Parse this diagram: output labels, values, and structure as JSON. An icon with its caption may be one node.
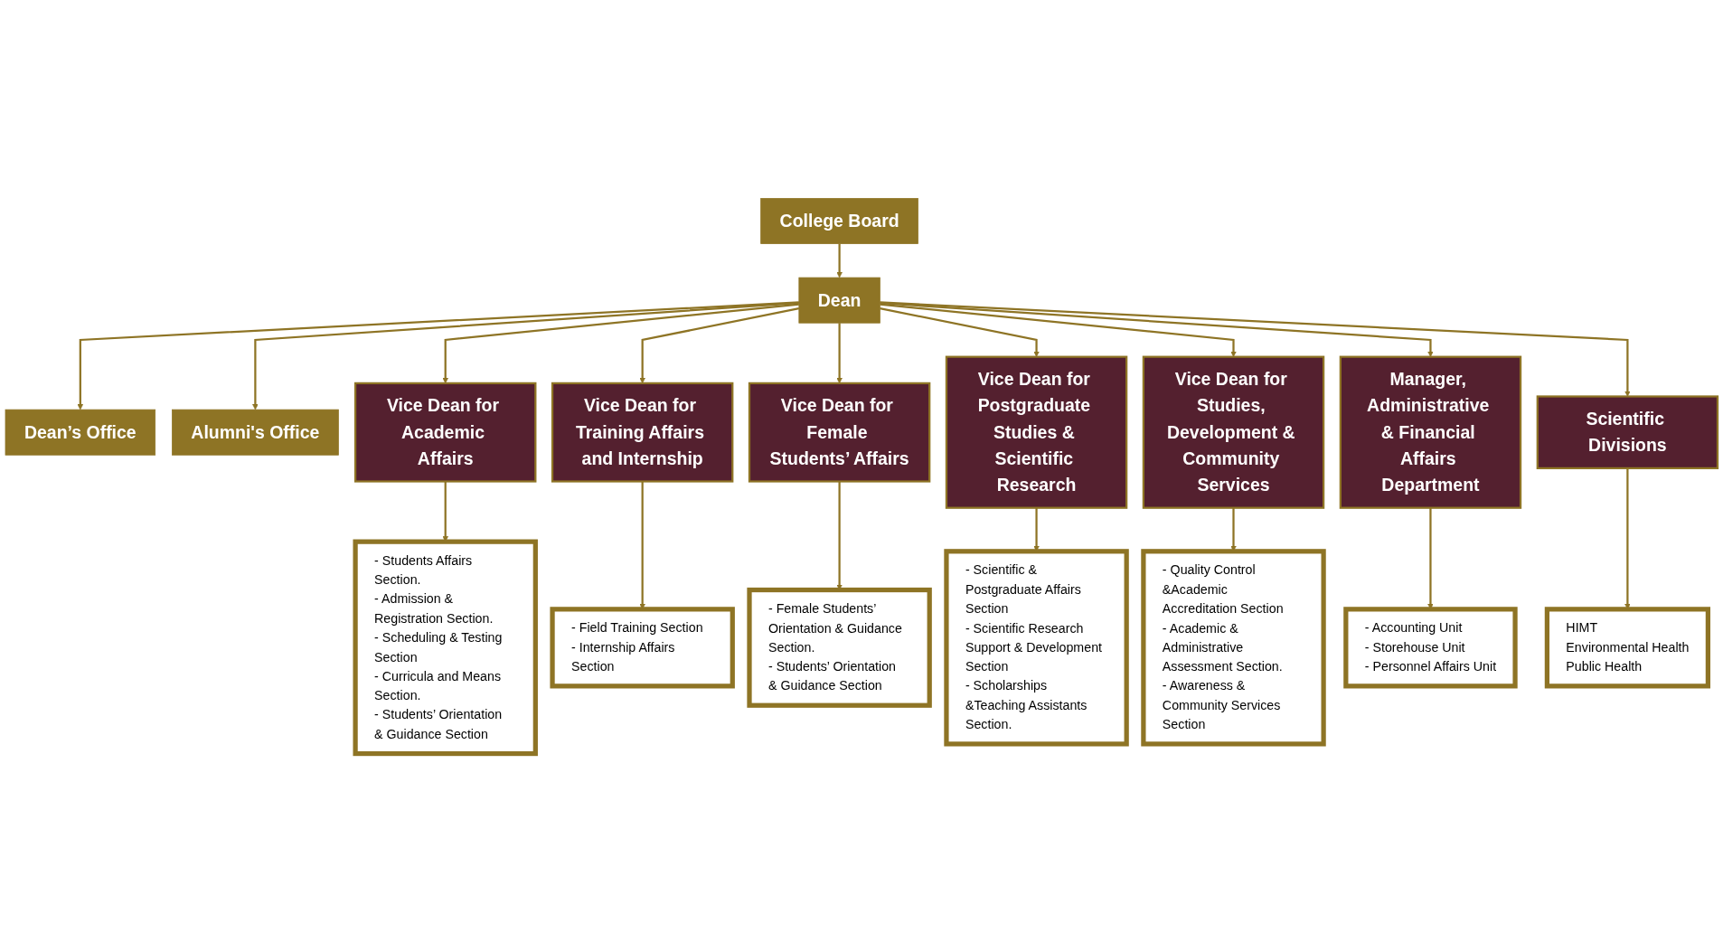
{
  "diagram": {
    "nodes": [
      {
        "text": [
          "College Board"
        ]
      },
      {
        "text": [
          "Dean"
        ]
      },
      {
        "text": [
          "Dean’s Office"
        ]
      },
      {
        "text": [
          "Alumni's Office"
        ]
      },
      {
        "text": [
          "Vice Dean for Academic Affairs"
        ]
      },
      {
        "text": [
          "Vice Dean for Training Affairs and Internship"
        ]
      },
      {
        "text": [
          "Vice Dean for Female Students’ Affairs"
        ]
      },
      {
        "text": [
          "Vice Dean for Postgraduate Studies & Scientific Research"
        ]
      },
      {
        "text": [
          "Vice Dean for Studies, Development & Community Services"
        ]
      },
      {
        "text": [
          "Manager, Administrative & Financial Affairs Department"
        ]
      },
      {
        "text": [
          "Scientific Divisions"
        ]
      },
      {
        "text": [
          "- Students Affairs Section.",
          "- Admission & Registration Section.",
          "- Scheduling & Testing Section",
          "- Curricula and Means Section.",
          "- Students’ Orientation & Guidance Section"
        ]
      },
      {
        "text": [
          "- Field Training Section",
          "- Internship Affairs Section"
        ]
      },
      {
        "text": [
          "- Female Students’ Orientation & Guidance Section.",
          "- Students’ Orientation & Guidance Section"
        ]
      },
      {
        "text": [
          "- Scientific & Postgraduate Affairs Section",
          "- Scientific Research Support & Development Section",
          "- Scholarships &Teaching Assistants Section."
        ]
      },
      {
        "text": [
          "- Quality Control &Academic Accreditation Section",
          "- Academic & Administrative Assessment Section.",
          "- Awareness & Community Services Section"
        ]
      },
      {
        "text": [
          "- Accounting Unit",
          "- Storehouse Unit",
          "- Personnel Affairs Unit"
        ]
      },
      {
        "text": [
          "HIMT",
          "Environmental Health",
          "Public Health"
        ]
      }
    ],
    "edges": [
      {
        "from": 0,
        "to": 1,
        "arrow": "to"
      },
      {
        "from": 1,
        "to": 2,
        "arrow": "to"
      },
      {
        "from": 1,
        "to": 3,
        "arrow": "to"
      },
      {
        "from": 1,
        "to": 4,
        "arrow": "to"
      },
      {
        "from": 1,
        "to": 5,
        "arrow": "to"
      },
      {
        "from": 1,
        "to": 6,
        "arrow": "to"
      },
      {
        "from": 1,
        "to": 7,
        "arrow": "to"
      },
      {
        "from": 1,
        "to": 8,
        "arrow": "to"
      },
      {
        "from": 1,
        "to": 9,
        "arrow": "to"
      },
      {
        "from": 1,
        "to": 10,
        "arrow": "to"
      },
      {
        "from": 4,
        "to": 11,
        "arrow": "to"
      },
      {
        "from": 5,
        "to": 12,
        "arrow": "to"
      },
      {
        "from": 6,
        "to": 13,
        "arrow": "to"
      },
      {
        "from": 7,
        "to": 14,
        "arrow": "to"
      },
      {
        "from": 8,
        "to": 15,
        "arrow": "to"
      },
      {
        "from": 9,
        "to": 16,
        "arrow": "to"
      },
      {
        "from": 10,
        "to": 17,
        "arrow": "to"
      }
    ]
  }
}
